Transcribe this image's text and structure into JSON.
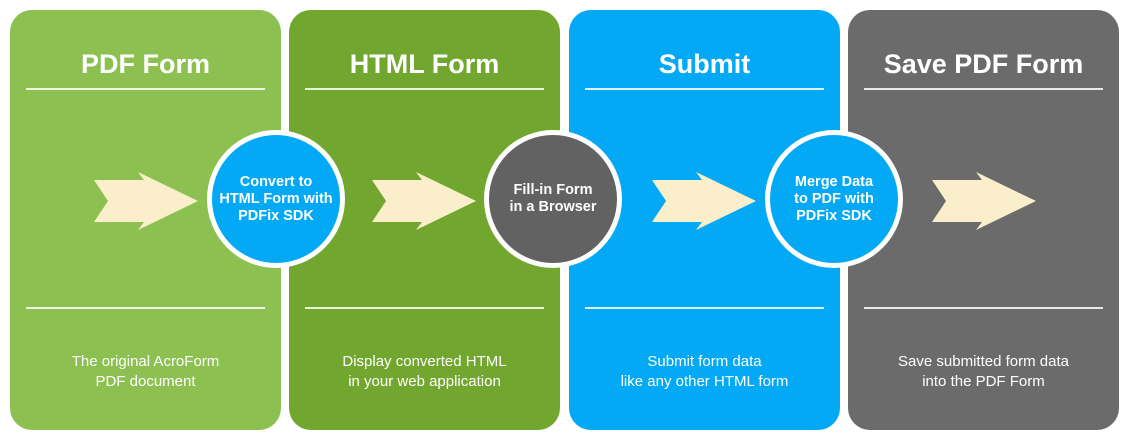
{
  "colors": {
    "card1": "#8cc152",
    "card2": "#72a72f",
    "card3": "#03a9f4",
    "card4": "#6b6b6b",
    "circle_blue": "#03a9f4",
    "circle_gray": "#626262",
    "arrow": "#faeecb"
  },
  "cards": [
    {
      "title": "PDF Form",
      "description": "The original AcroForm\nPDF document"
    },
    {
      "title": "HTML Form",
      "description": "Display converted HTML\nin your web application"
    },
    {
      "title": "Submit",
      "description": "Submit form data\nlike any other HTML form"
    },
    {
      "title": "Save PDF Form",
      "description": "Save submitted form data\ninto the PDF Form"
    }
  ],
  "steps": [
    {
      "label": "Convert to\nHTML Form with\nPDFix SDK"
    },
    {
      "label": "Fill-in Form\nin a Browser"
    },
    {
      "label": "Merge Data\nto PDF with\nPDFix SDK"
    }
  ],
  "icons": {
    "arrow": "arrow-right-icon"
  }
}
